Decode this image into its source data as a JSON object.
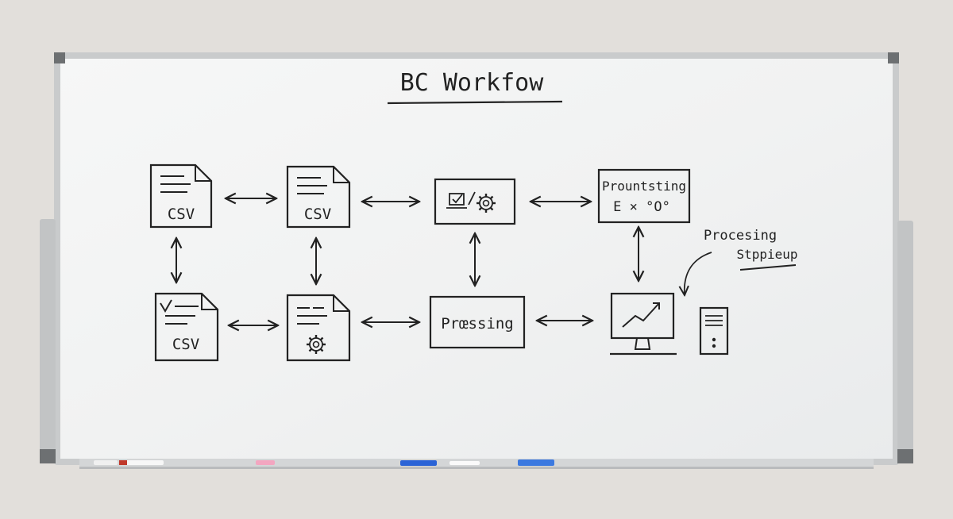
{
  "board": {
    "title": "BC Workfow",
    "annotation": [
      "Procesing",
      "Stppieup"
    ]
  },
  "nodes": {
    "csv_1": {
      "label": "CSV",
      "icon": "document-icon"
    },
    "csv_2": {
      "label": "CSV",
      "icon": "document-icon"
    },
    "check_settings": {
      "icon": "check-gear-icon"
    },
    "prountsting": {
      "label_line1": "Prountsting",
      "label_line2": "E × °O°"
    },
    "csv_3": {
      "label": "CSV",
      "icon": "checked-document-icon"
    },
    "doc_gear": {
      "icon": "document-gear-icon"
    },
    "processing": {
      "label": "Prœssing"
    },
    "monitor": {
      "icon": "monitor-chart-icon"
    },
    "server": {
      "icon": "server-tower-icon"
    }
  },
  "colors": {
    "wall": "#e2dfdb",
    "board": "#f4f5f4",
    "frame": "#c9cbcc",
    "ink": "#222222",
    "marker_blue": "#2a63d6",
    "marker_pink": "#f3a6c0"
  }
}
